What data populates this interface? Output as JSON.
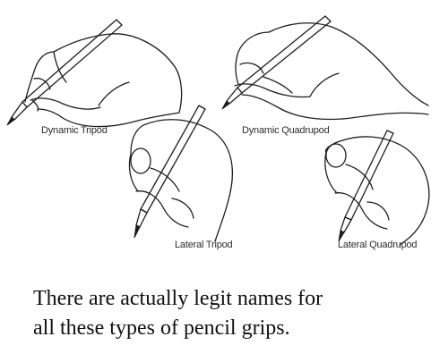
{
  "grips": [
    {
      "label": "Dynamic Tripod"
    },
    {
      "label": "Dynamic Quadrupod"
    },
    {
      "label": "Lateral Tripod"
    },
    {
      "label": "Lateral Quadrupod"
    }
  ],
  "caption": {
    "line1": "There are actually legit names for",
    "line2": "all these types of  pencil grips."
  }
}
